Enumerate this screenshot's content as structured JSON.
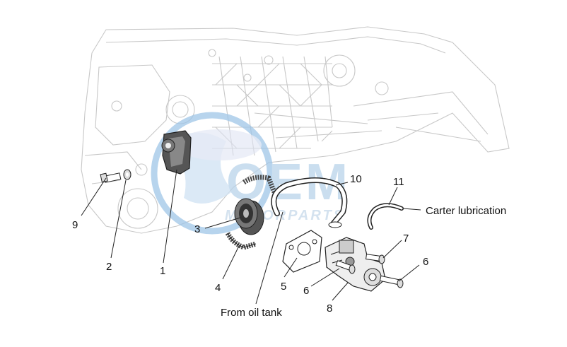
{
  "watermark": {
    "text": "OEM",
    "subtext": "MOTORPARTS",
    "globe_color": "#9fc6e8",
    "text_color": "#b9d3ea"
  },
  "callouts": {
    "c1": "1",
    "c2": "2",
    "c3": "3",
    "c4": "4",
    "c5": "5",
    "c6a": "6",
    "c6b": "6",
    "c7": "7",
    "c8": "8",
    "c9": "9",
    "c10": "10",
    "c11": "11"
  },
  "captions": {
    "carter_lubrication": "Carter lubrication",
    "from_oil_tank": "From oil tank"
  },
  "colors": {
    "line": "#222222",
    "ghost": "#c8c8c8"
  }
}
